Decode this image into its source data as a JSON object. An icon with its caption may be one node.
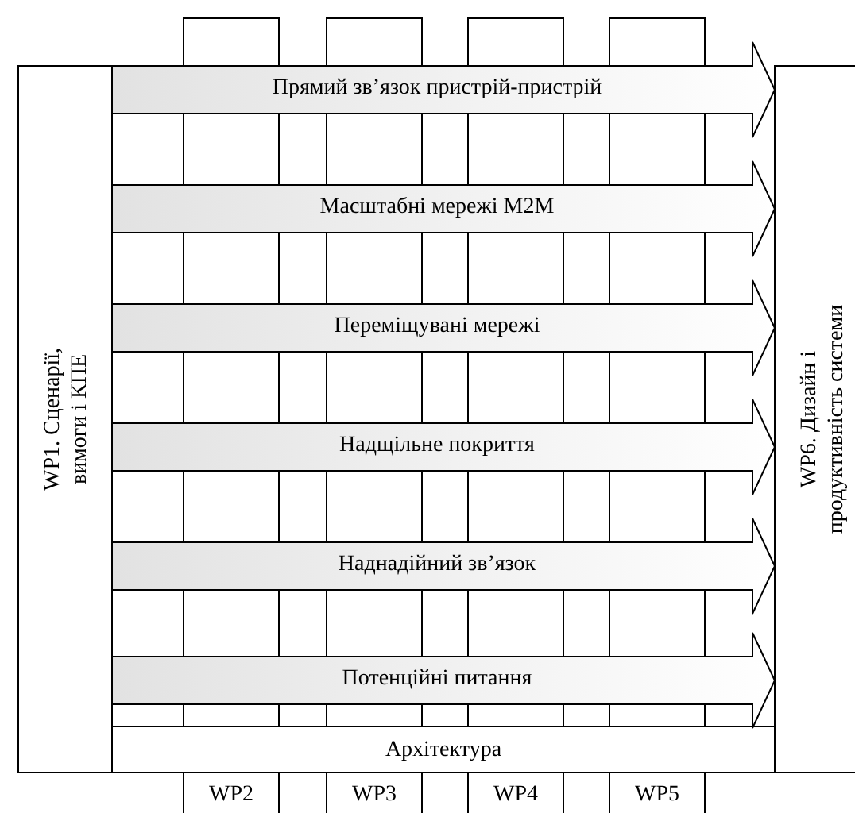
{
  "diagram": {
    "nodes": [
      {
        "text": [
          "WP1. Сценарії, вимоги і КПЕ"
        ]
      },
      {
        "text": [
          "Архітектура"
        ]
      },
      {
        "text": [
          "WP6. Дизайн і продуктивність системи"
        ]
      },
      {
        "text": [
          "WP2"
        ]
      },
      {
        "text": [
          "WP3"
        ]
      },
      {
        "text": [
          "WP4"
        ]
      },
      {
        "text": [
          "WP5"
        ]
      }
    ],
    "edges": [
      {
        "from": 0,
        "to": 2,
        "arrow": "to",
        "label": "Прямий зв’язок пристрій-пристрій"
      },
      {
        "from": 0,
        "to": 2,
        "arrow": "to",
        "label": "Масштабні мережі M2M"
      },
      {
        "from": 0,
        "to": 2,
        "arrow": "to",
        "label": "Переміщувані мережі"
      },
      {
        "from": 0,
        "to": 2,
        "arrow": "to",
        "label": "Надщільне покриття"
      },
      {
        "from": 0,
        "to": 2,
        "arrow": "to",
        "label": "Наднадійний зв’язок"
      },
      {
        "from": 0,
        "to": 2,
        "arrow": "to",
        "label": "Потенційні питання"
      }
    ]
  }
}
